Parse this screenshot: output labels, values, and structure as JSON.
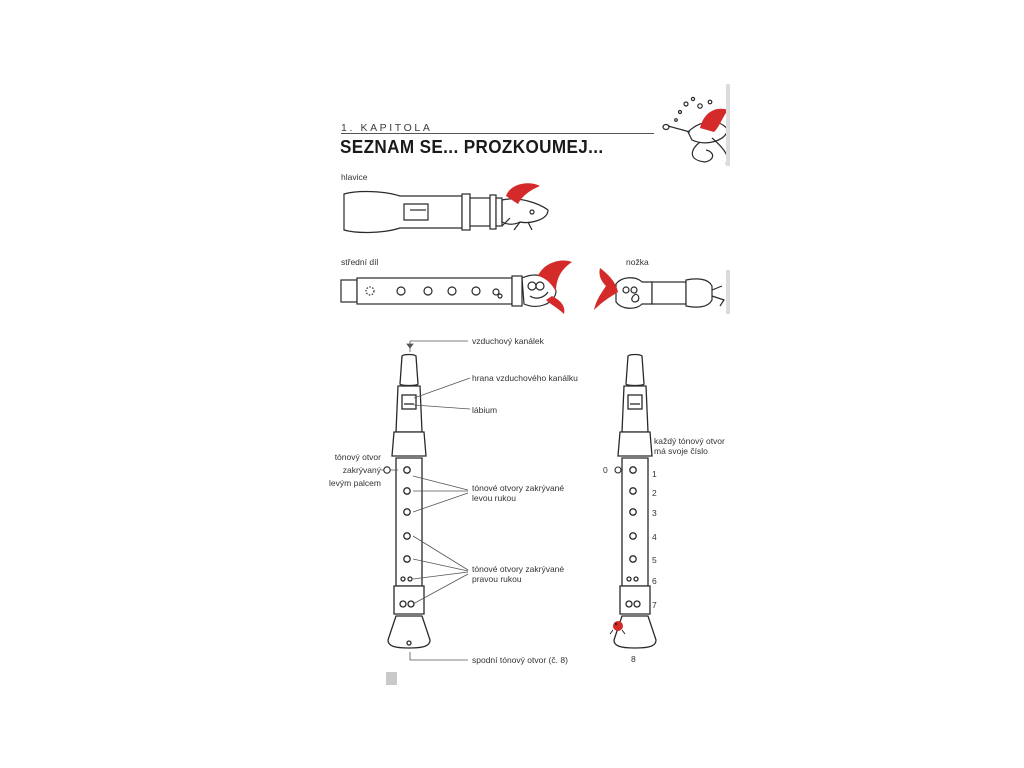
{
  "header": {
    "chapter": "1. KAPITOLA",
    "title": "SEZNAM SE... PROZKOUMEJ..."
  },
  "parts": {
    "head": "hlavice",
    "middle": "střední díl",
    "foot": "nožka"
  },
  "labels": {
    "air_channel": "vzduchový kanálek",
    "air_channel_edge": "hrana vzduchového kanálku",
    "labium": "lábium",
    "thumb_hole_1": "tónový otvor",
    "thumb_hole_2": "zakrývaný",
    "thumb_hole_3": "levým palcem",
    "left_holes_1": "tónové otvory zakrývané",
    "left_holes_2": "levou rukou",
    "right_holes_1": "tónové otvory zakrývané",
    "right_holes_2": "pravou rukou",
    "bottom_hole": "spodní tónový otvor (č. 8)",
    "each_hole_1": "každý tónový otvor",
    "each_hole_2": "má svoje číslo"
  },
  "hole_numbers": [
    "0",
    "1",
    "2",
    "3",
    "4",
    "5",
    "6",
    "7",
    "8"
  ],
  "colors": {
    "accent_red": "#d42a2a",
    "ink": "#2a2a2a"
  }
}
